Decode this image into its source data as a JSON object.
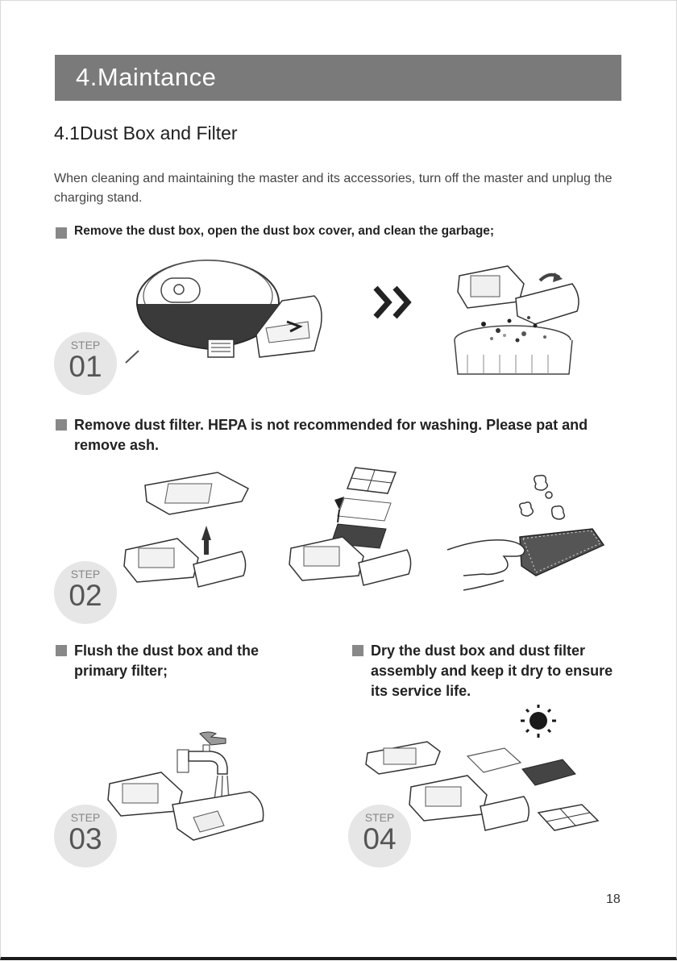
{
  "header": {
    "title": "4.Maintance"
  },
  "section": {
    "title": "4.1Dust Box and Filter"
  },
  "intro": "When cleaning and maintaining the master and its accessories, turn off the master and unplug the charging stand.",
  "instructions": [
    {
      "text": "Remove the dust box, open the dust box cover, and clean the garbage;"
    },
    {
      "text": "Remove dust filter. HEPA is not recommended for washing. Please pat and remove ash."
    },
    {
      "text": "Flush the dust box and the primary filter;"
    },
    {
      "text": "Dry the dust box and dust filter assembly and keep it dry to ensure its service life."
    }
  ],
  "steps": [
    {
      "label": "STEP",
      "number": "01"
    },
    {
      "label": "STEP",
      "number": "02"
    },
    {
      "label": "STEP",
      "number": "03"
    },
    {
      "label": "STEP",
      "number": "04"
    }
  ],
  "icons": {
    "bullet": "square-bullet-icon",
    "next": "double-chevron-right-icon",
    "sun": "sun-icon"
  },
  "colors": {
    "banner": "#7a7a7a",
    "bullet": "#888888",
    "step_circle": "#e6e6e6"
  },
  "page_number": "18"
}
